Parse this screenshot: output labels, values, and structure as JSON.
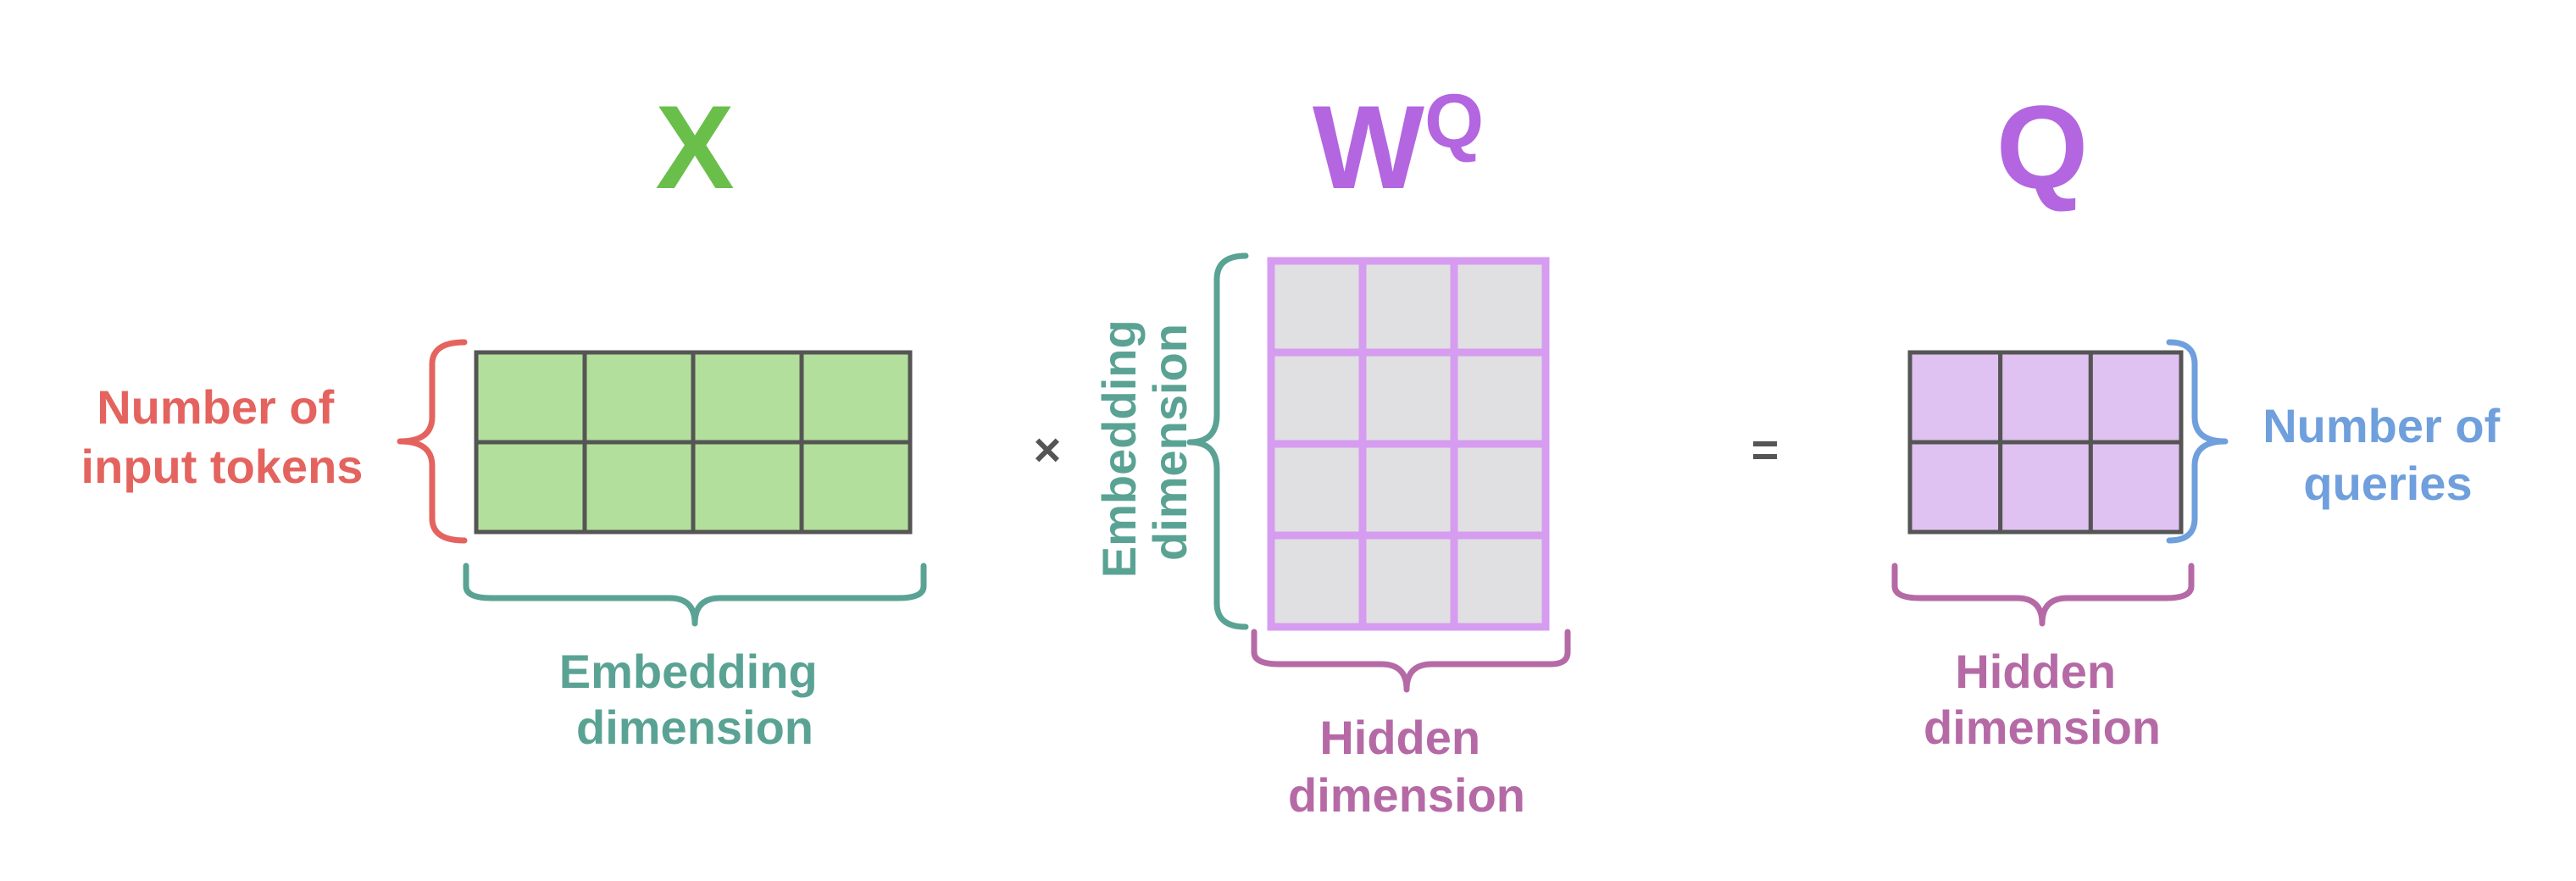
{
  "colors": {
    "green_title": "#6abf4b",
    "purple_title": "#b366e0",
    "red_label": "#e4635e",
    "teal_label": "#5aa394",
    "mauve_label": "#b56aa6",
    "blue_label": "#6f9fdc",
    "operator": "#555555",
    "grid_gray": "#555555",
    "green_cell": "#b2df9b",
    "purple_cell": "#dfc2f1",
    "gray_cell": "#e0e0e2",
    "weight_border": "#d69cf0"
  },
  "x_matrix": {
    "title": "X",
    "rows": 2,
    "cols": 4,
    "left_label": [
      "Number of",
      "input tokens"
    ],
    "bottom_label": [
      "Embedding",
      "dimension"
    ]
  },
  "operator_times": "×",
  "w_matrix": {
    "title": "W",
    "title_sup": "Q",
    "rows": 4,
    "cols": 3,
    "left_label": [
      "Embedding",
      "dimension"
    ],
    "bottom_label": [
      "Hidden",
      "dimension"
    ]
  },
  "operator_equals": "=",
  "q_matrix": {
    "title": "Q",
    "rows": 2,
    "cols": 3,
    "right_label": [
      "Number of",
      "queries"
    ],
    "bottom_label": [
      "Hidden",
      "dimension"
    ]
  }
}
